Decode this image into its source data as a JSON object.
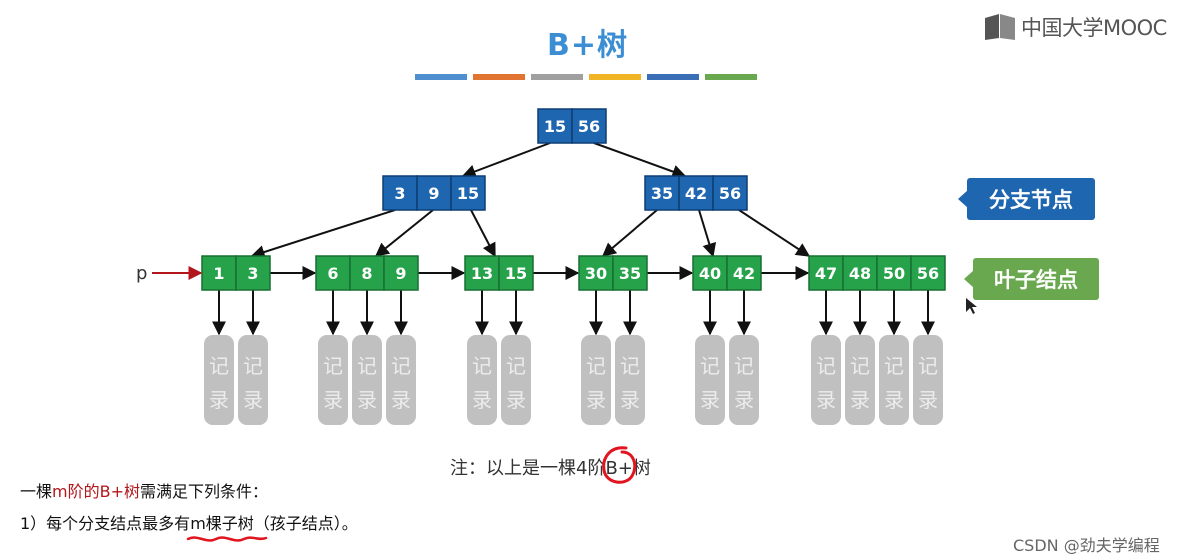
{
  "title": "B+树",
  "color_bar": [
    "#4f8fd0",
    "#e07430",
    "#a0a0a0",
    "#f0b424",
    "#3a6fb8",
    "#6aa84f"
  ],
  "logo": {
    "text": "中国大学MOOC",
    "icon": "mooc-logo-icon"
  },
  "colors": {
    "branch_fill": "#1f66b0",
    "branch_stroke": "#0f3e73",
    "leaf_fill": "#26a24a",
    "leaf_stroke": "#167032",
    "record_fill": "#c0c0c0",
    "record_text": "#ececec",
    "p_arrow": "#b2161a",
    "annotation": "#e0151f"
  },
  "tree": {
    "root": [
      "15",
      "56"
    ],
    "branches": [
      [
        "3",
        "9",
        "15"
      ],
      [
        "35",
        "42",
        "56"
      ]
    ],
    "leaves": [
      [
        "1",
        "3"
      ],
      [
        "6",
        "8",
        "9"
      ],
      [
        "13",
        "15"
      ],
      [
        "30",
        "35"
      ],
      [
        "40",
        "42"
      ],
      [
        "47",
        "48",
        "50",
        "56"
      ]
    ],
    "record_text": [
      "记",
      "录"
    ],
    "pointer_label": "p"
  },
  "labels": {
    "branch": "分支节点",
    "leaf": "叶子结点"
  },
  "note": {
    "prefix": "注：以上是一棵",
    "order": "4阶",
    "suffix": "B+树"
  },
  "conditions": {
    "line1": {
      "a": "一棵",
      "b": "m阶的B+树",
      "c": "需满足下列条件："
    },
    "line2": {
      "a": "1）每个分支结点最多有",
      "b": "m棵子树",
      "c": "（孩子结点）。"
    }
  },
  "watermark": "CSDN @劲夫学编程"
}
